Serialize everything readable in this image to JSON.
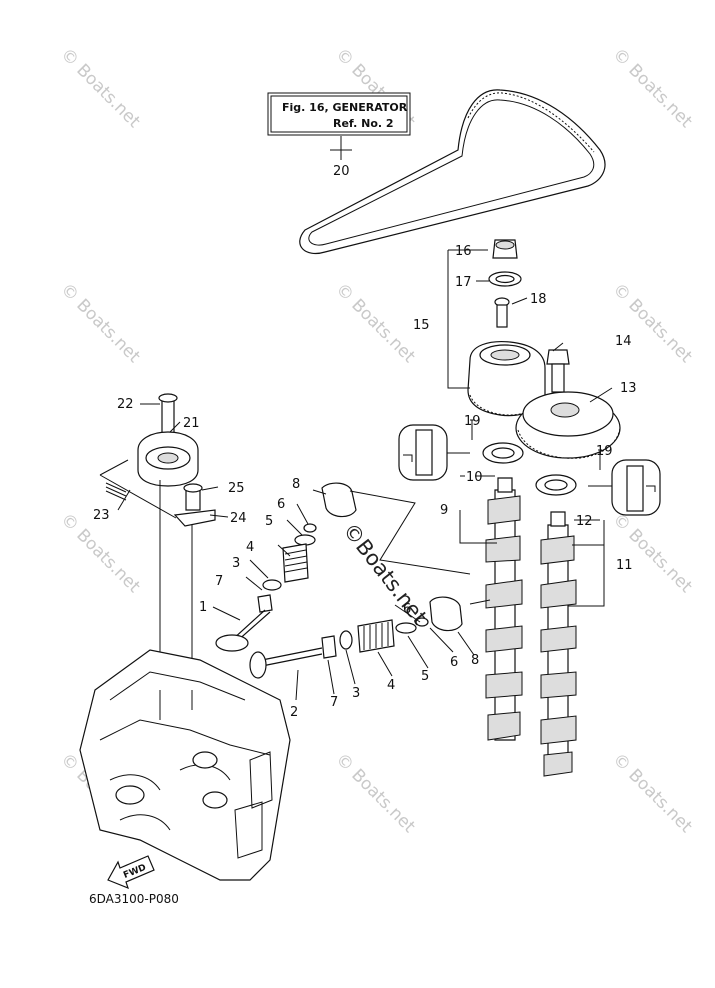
{
  "reference_box": {
    "line1": "Fig. 16, GENERATOR",
    "line2": "Ref. No. 2"
  },
  "diagram_code": "6DA3100-P080",
  "watermark_text": "© Boats.net",
  "center_watermark": "©Boats.net",
  "fwd_label": "FWD",
  "callouts": {
    "c1": "1",
    "c2": "2",
    "c3a": "3",
    "c3b": "3",
    "c4a": "4",
    "c4b": "4",
    "c5a": "5",
    "c5b": "5",
    "c6a": "6",
    "c6b": "6",
    "c6c": "6",
    "c7a": "7",
    "c7b": "7",
    "c8a": "8",
    "c8b": "8",
    "c9": "9",
    "c10": "10",
    "c11": "11",
    "c12": "12",
    "c13": "13",
    "c14": "14",
    "c15": "15",
    "c16": "16",
    "c17": "17",
    "c18": "18",
    "c19a": "19",
    "c19b": "19",
    "c20": "20",
    "c21": "21",
    "c22": "22",
    "c23": "23",
    "c24": "24",
    "c25": "25"
  },
  "colors": {
    "line": "#111111",
    "watermark": "#c9c9c9",
    "background": "#ffffff"
  }
}
